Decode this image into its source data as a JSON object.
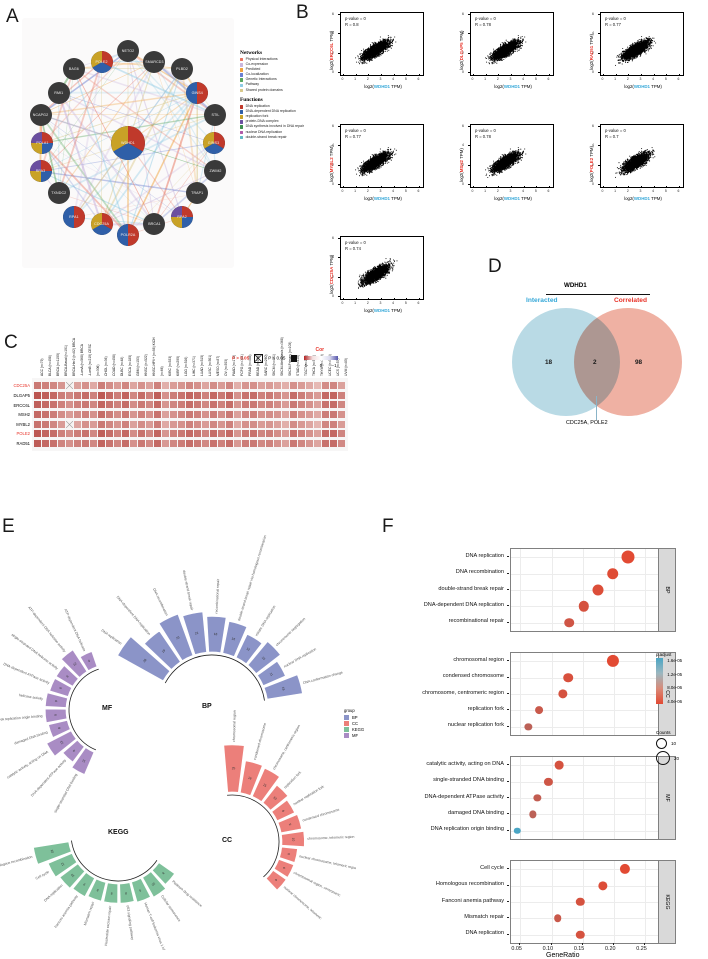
{
  "panels": {
    "a": "A",
    "b": "B",
    "c": "C",
    "d": "D",
    "e": "E",
    "f": "F"
  },
  "panel_a": {
    "nodes": [
      {
        "label": "NETO2"
      },
      {
        "label": "SMARCD3"
      },
      {
        "label": "PLBD2"
      },
      {
        "label": "GINS4"
      },
      {
        "label": "STIL"
      },
      {
        "label": "GINS3"
      },
      {
        "label": "ZWIM2"
      },
      {
        "label": "TRAP1"
      },
      {
        "label": "RPA2"
      },
      {
        "label": "BRCA1"
      },
      {
        "label": "POLR2A"
      },
      {
        "label": "CDC25A"
      },
      {
        "label": "RPA1"
      },
      {
        "label": "TXNDC2"
      },
      {
        "label": "RPA3"
      },
      {
        "label": "POLA1"
      },
      {
        "label": "NCAPG2"
      },
      {
        "label": "RMI1"
      },
      {
        "label": "BAG6"
      },
      {
        "label": "POLE2"
      },
      {
        "label": "WDHD1"
      }
    ],
    "networks_title": "Networks",
    "networks": [
      {
        "label": "Physical Interactions",
        "color": "#e8735f"
      },
      {
        "label": "Co-expression",
        "color": "#c9b5dd"
      },
      {
        "label": "Predicted",
        "color": "#f0a23c"
      },
      {
        "label": "Co-localization",
        "color": "#6b7fd0"
      },
      {
        "label": "Genetic Interactions",
        "color": "#59a65c"
      },
      {
        "label": "Pathway",
        "color": "#8ecbe4"
      },
      {
        "label": "Shared protein domains",
        "color": "#d9c98a"
      }
    ],
    "functions_title": "Functions",
    "functions": [
      {
        "label": "DNA replication",
        "color": "#c0392b"
      },
      {
        "label": "DNA-dependent DNA replication",
        "color": "#2f5fa8"
      },
      {
        "label": "replication fork",
        "color": "#c9a227"
      },
      {
        "label": "protein-DNA complex",
        "color": "#6b4fa0"
      },
      {
        "label": "DNA synthesis involved in DNA repair",
        "color": "#3f8f4f"
      },
      {
        "label": "nuclear DNA replication",
        "color": "#b05aa8"
      },
      {
        "label": "double-strand break repair",
        "color": "#62b8c4"
      }
    ]
  },
  "panel_b": {
    "x_axis_prefix": "log2(",
    "x_axis_gene": "WDHD1",
    "x_axis_suffix": " TPM)",
    "y_prefix": "log2(",
    "y_suffix": " TPM)",
    "plots": [
      {
        "gene": "ERCC6L",
        "pvalue": "p-value = 0",
        "r": "R = 0.8",
        "xticks": [
          "0",
          "1",
          "2",
          "3",
          "4",
          "5",
          "6"
        ],
        "yticks": [
          "0",
          "2",
          "4",
          "6"
        ]
      },
      {
        "gene": "DLGAP5",
        "pvalue": "p-value = 0",
        "r": "R = 0.78",
        "xticks": [
          "0",
          "1",
          "2",
          "3",
          "4",
          "5",
          "6"
        ],
        "yticks": [
          "0",
          "2",
          "4",
          "6"
        ]
      },
      {
        "gene": "RAD51",
        "pvalue": "p-value = 0",
        "r": "R = 0.77",
        "xticks": [
          "0",
          "1",
          "2",
          "3",
          "4",
          "5",
          "6"
        ],
        "yticks": [
          "0",
          "2",
          "4",
          "6"
        ]
      },
      {
        "gene": "MYBL2",
        "pvalue": "p-value = 0",
        "r": "R = 0.77",
        "xticks": [
          "0",
          "1",
          "2",
          "3",
          "4",
          "5",
          "6"
        ],
        "yticks": [
          "0",
          "2",
          "4",
          "6"
        ]
      },
      {
        "gene": "MSH2",
        "pvalue": "p-value = 0",
        "r": "R = 0.78",
        "xticks": [
          "0",
          "1",
          "2",
          "3",
          "4",
          "5",
          "6"
        ],
        "yticks": [
          "0",
          "2",
          "4",
          "6"
        ]
      },
      {
        "gene": "POLE2",
        "pvalue": "p-value = 0",
        "r": "R = 0.7",
        "xticks": [
          "0",
          "1",
          "2",
          "3",
          "4",
          "5",
          "6"
        ],
        "yticks": [
          "0",
          "2",
          "4",
          "6"
        ]
      },
      {
        "gene": "CDC25A",
        "pvalue": "p-value = 0",
        "r": "R = 0.74",
        "xticks": [
          "0",
          "1",
          "2",
          "3",
          "4",
          "5",
          "6"
        ],
        "yticks": [
          "0",
          "2",
          "4",
          "6"
        ]
      }
    ]
  },
  "panel_c": {
    "legend": {
      "p_gt": "P > 0.05",
      "p_lt": "P < 0.05",
      "cor_title": "Cor",
      "cor_high": "1",
      "cor_mid": "0",
      "cor_low": "−1"
    },
    "rows": [
      {
        "gene": "CDC25A",
        "highlight": true
      },
      {
        "gene": "DLGAP5",
        "highlight": false
      },
      {
        "gene": "ERCC6L",
        "highlight": false
      },
      {
        "gene": "MSH2",
        "highlight": false
      },
      {
        "gene": "MYBL2",
        "highlight": false
      },
      {
        "gene": "POLE2",
        "highlight": true
      },
      {
        "gene": "RAD51",
        "highlight": false
      }
    ],
    "columns": [
      "ACC (n=79)",
      "BLCA (n=408)",
      "BRCA (n=1100)",
      "BRCA-Basal (n=191)",
      "BRCA-Her2 (n=82) BRCA",
      "-LumA (n=568) BRCA",
      "-LumB (n=219) CESC",
      "(n=306)",
      "CHOL (n=36)",
      "COAD (n=458)",
      "DLBC (n=48)",
      "ESCA (n=185)",
      "GBM (n=153)",
      "HNSC (n=522)",
      "HNSC-HPV+ (n=98) KICH",
      "(n=66)",
      "KIRC (n=533)",
      "KIRP (n=290)",
      "LGG (n=516)",
      "LIHC (n=371)",
      "LUAD (n=515)",
      "LUSC (n=501)",
      "MESO (n=87)",
      "OV (n=303)",
      "PAAD (n=179)",
      "PCPG (n=181)",
      "PRAD (n=498)",
      "READ (n=166)",
      "SARC (n=260)",
      "SKCM (n=471)",
      "SKCM-Metastasis (n=368)",
      "SKCM-Primary (n=103)",
      "STAD (n=415)",
      "TGCT (n=150)",
      "THCA (n=509)",
      "THYM (n=120)",
      "UCEC (n=545)",
      "UCS (n=57)",
      "UVM (n=80)"
    ],
    "cor_values": [
      [
        0.62,
        0.58,
        0.55,
        0.48,
        0.3,
        0.42,
        0.5,
        0.38,
        0.6,
        0.52,
        0.45,
        0.55,
        0.4,
        0.5,
        0.42,
        0.58,
        0.35,
        0.44,
        0.48,
        0.55,
        0.5,
        0.4,
        0.52,
        0.45,
        0.55,
        0.35,
        0.48,
        0.5,
        0.42,
        0.45,
        0.4,
        0.35,
        0.5,
        0.45,
        0.38,
        0.3,
        0.52,
        0.55,
        0.42
      ],
      [
        0.8,
        0.75,
        0.7,
        0.6,
        0.55,
        0.62,
        0.68,
        0.58,
        0.78,
        0.7,
        0.6,
        0.72,
        0.55,
        0.68,
        0.58,
        0.75,
        0.5,
        0.6,
        0.65,
        0.72,
        0.68,
        0.58,
        0.7,
        0.62,
        0.72,
        0.5,
        0.65,
        0.68,
        0.58,
        0.62,
        0.55,
        0.48,
        0.68,
        0.6,
        0.52,
        0.45,
        0.7,
        0.72,
        0.58
      ],
      [
        0.75,
        0.7,
        0.65,
        0.58,
        0.5,
        0.58,
        0.62,
        0.55,
        0.72,
        0.65,
        0.58,
        0.68,
        0.52,
        0.62,
        0.55,
        0.7,
        0.48,
        0.56,
        0.6,
        0.68,
        0.62,
        0.55,
        0.65,
        0.58,
        0.68,
        0.48,
        0.6,
        0.62,
        0.55,
        0.58,
        0.52,
        0.45,
        0.62,
        0.56,
        0.5,
        0.42,
        0.65,
        0.68,
        0.55
      ],
      [
        0.7,
        0.65,
        0.6,
        0.52,
        0.45,
        0.52,
        0.58,
        0.5,
        0.68,
        0.6,
        0.52,
        0.62,
        0.48,
        0.58,
        0.5,
        0.65,
        0.42,
        0.5,
        0.56,
        0.62,
        0.58,
        0.5,
        0.6,
        0.52,
        0.62,
        0.42,
        0.55,
        0.58,
        0.5,
        0.52,
        0.48,
        0.4,
        0.58,
        0.5,
        0.45,
        0.38,
        0.6,
        0.62,
        0.5
      ],
      [
        0.65,
        0.62,
        0.55,
        0.45,
        0.25,
        0.4,
        0.5,
        0.45,
        0.62,
        0.55,
        0.48,
        0.58,
        0.42,
        0.52,
        0.45,
        0.6,
        0.38,
        0.46,
        0.5,
        0.58,
        0.52,
        0.45,
        0.55,
        0.48,
        0.58,
        0.38,
        0.5,
        0.52,
        0.45,
        0.48,
        0.42,
        0.35,
        0.52,
        0.46,
        0.4,
        0.32,
        0.55,
        0.58,
        0.45
      ],
      [
        0.78,
        0.72,
        0.68,
        0.58,
        0.52,
        0.6,
        0.65,
        0.55,
        0.75,
        0.68,
        0.58,
        0.7,
        0.52,
        0.65,
        0.55,
        0.72,
        0.48,
        0.58,
        0.62,
        0.7,
        0.65,
        0.56,
        0.68,
        0.6,
        0.7,
        0.48,
        0.62,
        0.65,
        0.56,
        0.6,
        0.52,
        0.45,
        0.65,
        0.58,
        0.5,
        0.42,
        0.68,
        0.7,
        0.56
      ],
      [
        0.76,
        0.7,
        0.66,
        0.56,
        0.5,
        0.58,
        0.62,
        0.54,
        0.72,
        0.65,
        0.56,
        0.68,
        0.5,
        0.62,
        0.54,
        0.7,
        0.46,
        0.55,
        0.6,
        0.68,
        0.62,
        0.54,
        0.65,
        0.58,
        0.68,
        0.46,
        0.6,
        0.62,
        0.54,
        0.58,
        0.5,
        0.42,
        0.62,
        0.55,
        0.48,
        0.4,
        0.65,
        0.68,
        0.54
      ]
    ],
    "nonsig": [
      [
        0,
        4
      ],
      [
        4,
        4
      ]
    ]
  },
  "panel_d": {
    "title": "WDHD1",
    "left_label": "Interacted",
    "right_label": "Correlated",
    "left_count": "18",
    "intersect_count": "2",
    "right_count": "98",
    "intersect_genes": "CDC25A, POLE2",
    "left_color": "#b3d7e3",
    "right_color": "#eeaa9b"
  },
  "chart_data": [
    {
      "type": "bar",
      "id": "panel_e_circular",
      "title": "GO/KEGG enrichment (circular bar)",
      "legend_title": "group",
      "groups": [
        {
          "name": "BP",
          "color": "#8b94c8",
          "categories": [
            "DNA replication",
            "DNA-dependent DNA replication",
            "DNA recombination",
            "double-strand break repair",
            "recombinational repair",
            "double-strand break repair via homologous recombination",
            "mitotic DNA replication",
            "chromosome segregation",
            "nuclear DNA replication",
            "DNA conformation change"
          ],
          "values": [
            28,
            19,
            23,
            21,
            18,
            16,
            12,
            15,
            11,
            18
          ]
        },
        {
          "name": "CC",
          "color": "#ec7f7a",
          "categories": [
            "chromosomal region",
            "condensed chromosome",
            "chromosome, centromeric region",
            "replication fork",
            "nuclear replication fork",
            "condensed chromosome",
            "chromosome, telomeric region",
            "nuclear chromosome, telomeric region",
            "chromosomal region, centromeric",
            "nuclear chromosome, telomeric"
          ],
          "values": [
            25,
            16,
            15,
            10,
            8,
            9,
            10,
            6,
            6,
            6
          ]
        },
        {
          "name": "KEGG",
          "color": "#7ec09a",
          "categories": [
            "Platinum drug resistance",
            "Cellular senescence",
            "Human T-cell leukemia virus 1 infection",
            "p53 signaling pathway",
            "Nucleotide excision repair",
            "Mismatch repair",
            "Fanconi anemia pathway",
            "DNA replication",
            "Cell cycle",
            "Homologous recombination"
          ],
          "values": [
            8,
            10,
            9,
            8,
            8,
            8,
            9,
            10,
            12,
            18
          ]
        },
        {
          "name": "MF",
          "color": "#a98cc4",
          "categories": [
            "single-stranded DNA binding",
            "DNA-dependent ATPase activity",
            "catalytic activity, acting on DNA",
            "damaged DNA binding",
            "DNA replication origin binding",
            "helicase activity",
            "DNA-dependent ATPase activity",
            "single-stranded DNA helicase activity",
            "ATP-dependent DNA helicase activity",
            "ATP-dependent DNA helicase"
          ],
          "values": [
            11,
            8,
            13,
            8,
            9,
            9,
            8,
            8,
            12,
            6
          ]
        }
      ]
    },
    {
      "type": "scatter",
      "id": "panel_f_dotplot",
      "xlabel": "GeneRatio",
      "xticks": [
        "0.05",
        "0.10",
        "0.15",
        "0.20",
        "0.25"
      ],
      "xlim": [
        0.035,
        0.272
      ],
      "colorbar": {
        "title": "p.adjust",
        "ticks": [
          "1.6e-05",
          "1.2e-05",
          "8.0e-06",
          "4.0e-06"
        ],
        "high_color": "#4aa5c4",
        "low_color": "#e24a33"
      },
      "size_legend": {
        "title": "Counts",
        "values": [
          "10",
          "20"
        ]
      },
      "facets": [
        {
          "name": "BP",
          "items": [
            {
              "label": "DNA replication",
              "generatio": 0.222,
              "count": 28,
              "padj": 4e-06
            },
            {
              "label": "DNA recombination",
              "generatio": 0.198,
              "count": 23,
              "padj": 4.2e-06
            },
            {
              "label": "double-strand break repair",
              "generatio": 0.175,
              "count": 21,
              "padj": 4.5e-06
            },
            {
              "label": "DNA-dependent DNA replication",
              "generatio": 0.152,
              "count": 19,
              "padj": 5e-06
            },
            {
              "label": "recombinational repair",
              "generatio": 0.128,
              "count": 16,
              "padj": 5.5e-06
            }
          ]
        },
        {
          "name": "CC",
          "items": [
            {
              "label": "chromosomal region",
              "generatio": 0.198,
              "count": 25,
              "padj": 4e-06
            },
            {
              "label": "condensed chromosome",
              "generatio": 0.127,
              "count": 16,
              "padj": 4.8e-06
            },
            {
              "label": "chromosome, centromeric region",
              "generatio": 0.118,
              "count": 15,
              "padj": 5e-06
            },
            {
              "label": "replication fork",
              "generatio": 0.08,
              "count": 10,
              "padj": 6e-06
            },
            {
              "label": "nuclear replication fork",
              "generatio": 0.063,
              "count": 8,
              "padj": 7e-06
            }
          ]
        },
        {
          "name": "MF",
          "items": [
            {
              "label": "catalytic activity, acting on DNA",
              "generatio": 0.112,
              "count": 13,
              "padj": 5e-06
            },
            {
              "label": "single-stranded DNA binding",
              "generatio": 0.095,
              "count": 11,
              "padj": 5.6e-06
            },
            {
              "label": "DNA-dependent ATPase activity",
              "generatio": 0.077,
              "count": 8,
              "padj": 6.5e-06
            },
            {
              "label": "damaged DNA binding",
              "generatio": 0.07,
              "count": 8,
              "padj": 7e-06
            },
            {
              "label": "DNA replication origin binding",
              "generatio": 0.045,
              "count": 5,
              "padj": 1.6e-05
            }
          ]
        },
        {
          "name": "KEGG",
          "items": [
            {
              "label": "Cell cycle",
              "generatio": 0.218,
              "count": 18,
              "padj": 4e-06
            },
            {
              "label": "Homologous recombination",
              "generatio": 0.182,
              "count": 15,
              "padj": 4.4e-06
            },
            {
              "label": "Fanconi anemia pathway",
              "generatio": 0.146,
              "count": 12,
              "padj": 5e-06
            },
            {
              "label": "Mismatch repair",
              "generatio": 0.11,
              "count": 9,
              "padj": 6e-06
            },
            {
              "label": "DNA replication",
              "generatio": 0.146,
              "count": 12,
              "padj": 5e-06
            }
          ]
        }
      ]
    }
  ]
}
